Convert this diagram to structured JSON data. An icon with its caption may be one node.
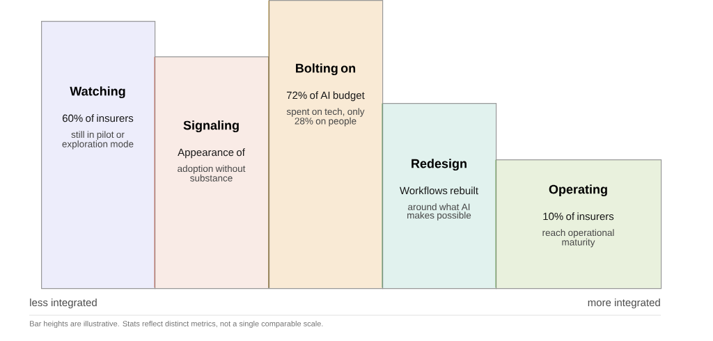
{
  "diagram": {
    "nodes": [
      {
        "text": [
          "Watching",
          "60% of insurers",
          "still in pilot or exploration mode"
        ]
      },
      {
        "text": [
          "Signaling",
          "Appearance of",
          "adoption without substance"
        ]
      },
      {
        "text": [
          "Bolting on",
          "72% of AI budget",
          "spent on tech, only 28% on people"
        ]
      },
      {
        "text": [
          "Redesign",
          "Workflows rebuilt",
          "around what AI makes possible"
        ]
      },
      {
        "text": [
          "Operating",
          "10% of insurers",
          "reach operational maturity"
        ]
      }
    ],
    "labels": [
      "less integrated",
      "more integrated"
    ],
    "caption": "Bar heights are illustrative. Stats reflect distinct metrics, not a single comparable scale."
  }
}
